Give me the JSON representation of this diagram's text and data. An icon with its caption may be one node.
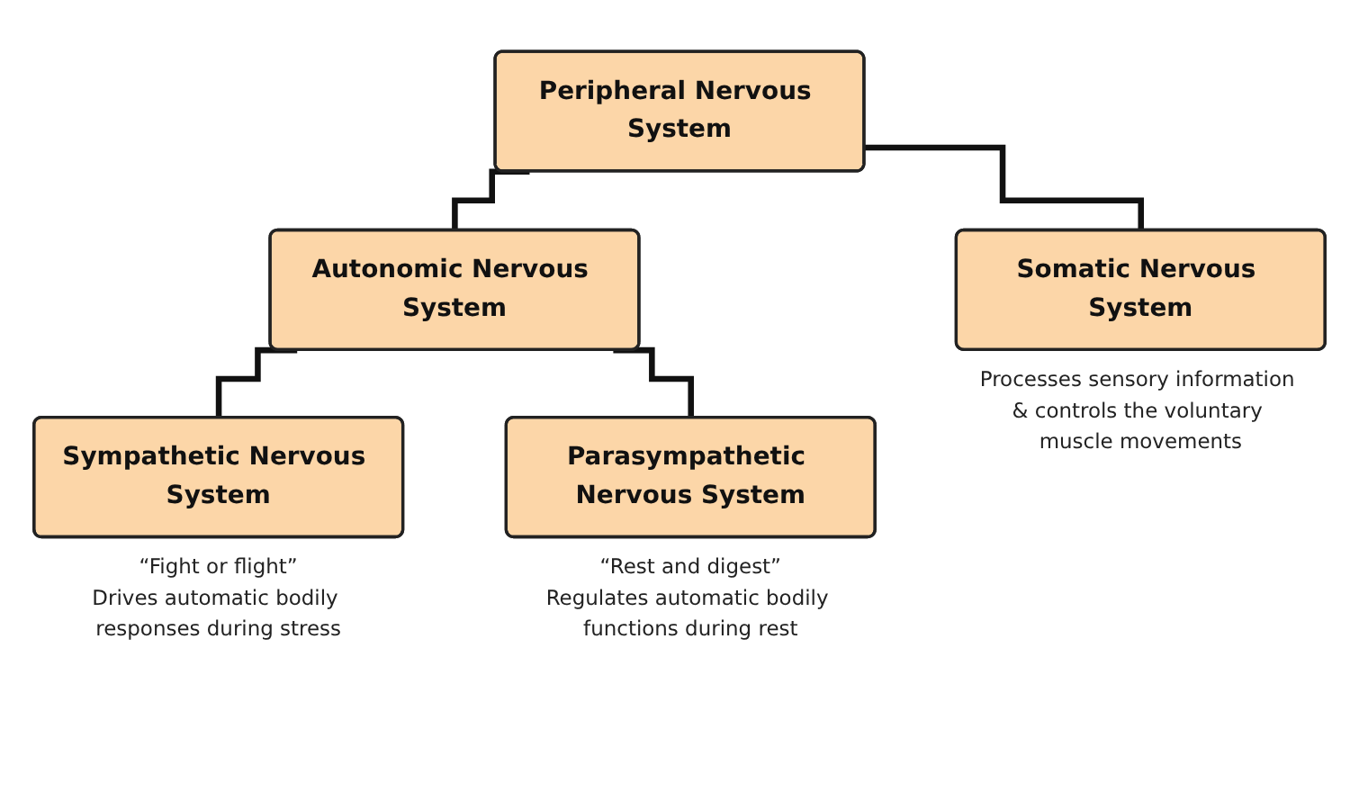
{
  "diagram": {
    "nodes": [
      {
        "text": [
          "Peripheral Nervous System"
        ]
      },
      {
        "text": [
          "Somatic Nervous System"
        ],
        "beside": [
          "Processes sensory information & controls the voluntary muscle movements"
        ]
      },
      {
        "text": [
          "Autonomic Nervous System"
        ]
      },
      {
        "text": [
          "Sympathetic Nervous System"
        ],
        "beside": [
          "“Fight or flight”",
          "Drives automatic bodily responses during stress"
        ]
      },
      {
        "text": [
          "Parasympathetic Nervous System"
        ],
        "beside": [
          "“Rest and digest”",
          "Regulates automatic bodily functions during rest"
        ]
      }
    ],
    "edges": [
      {
        "from": 0,
        "to": 1,
        "arrow": "none"
      },
      {
        "from": 0,
        "to": 2,
        "arrow": "none"
      },
      {
        "from": 2,
        "to": 3,
        "arrow": "none"
      },
      {
        "from": 2,
        "to": 4,
        "arrow": "none"
      }
    ]
  }
}
